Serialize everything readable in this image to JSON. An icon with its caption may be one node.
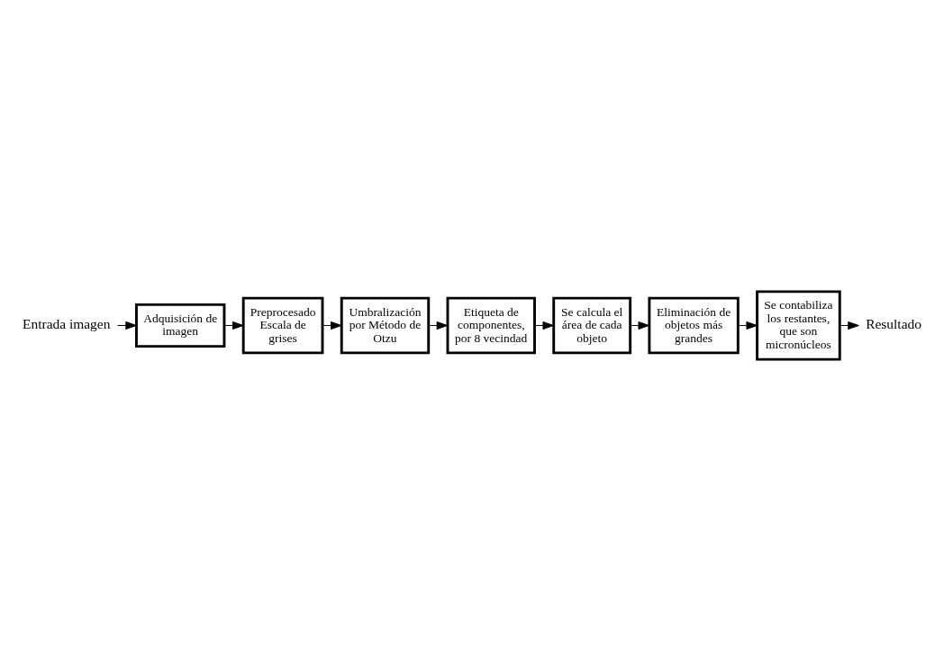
{
  "diagram": {
    "nodes": [
      {
        "text": [
          "Entrada imagen"
        ]
      },
      {
        "text": [
          "Adquisición de imagen"
        ]
      },
      {
        "text": [
          "Preprocesado Escala de grises"
        ]
      },
      {
        "text": [
          "Umbralización por Método de Otzu"
        ]
      },
      {
        "text": [
          "Etiqueta de componentes, por 8 vecindad"
        ]
      },
      {
        "text": [
          "Se calcula el área de cada objeto"
        ]
      },
      {
        "text": [
          "Eliminación de objetos más grandes"
        ]
      },
      {
        "text": [
          "Se contabiliza los restantes, que son micronúcleos"
        ]
      },
      {
        "text": [
          "Resultado"
        ]
      }
    ],
    "edges": [
      {
        "from": 0,
        "to": 1,
        "arrow": "to"
      },
      {
        "from": 1,
        "to": 2,
        "arrow": "to"
      },
      {
        "from": 2,
        "to": 3,
        "arrow": "to"
      },
      {
        "from": 3,
        "to": 4,
        "arrow": "to"
      },
      {
        "from": 4,
        "to": 5,
        "arrow": "to"
      },
      {
        "from": 5,
        "to": 6,
        "arrow": "to"
      },
      {
        "from": 6,
        "to": 7,
        "arrow": "to"
      },
      {
        "from": 7,
        "to": 8,
        "arrow": "to"
      }
    ]
  }
}
